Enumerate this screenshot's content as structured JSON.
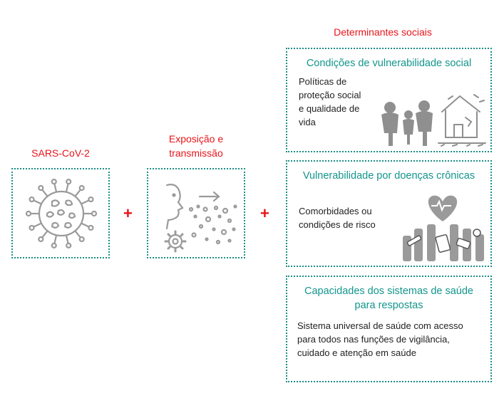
{
  "header": {
    "determinantes": "Determinantes sociais"
  },
  "agent": {
    "label": "SARS-CoV-2"
  },
  "exposure": {
    "label_line1": "Exposição e",
    "label_line2": "transmissão"
  },
  "operators": {
    "plus1": "+",
    "plus2": "+"
  },
  "vulnerability_social": {
    "title": "Condições de vulnerabilidade social",
    "text_lines": [
      "Políticas de",
      "proteção social",
      "e qualidade de",
      "vida"
    ]
  },
  "chronic_disease": {
    "title": "Vulnerabilidade por doenças crônicas",
    "text_lines": [
      "Comorbidades ou",
      "condições de risco"
    ]
  },
  "health_systems": {
    "title_line1": "Capacidades dos sistemas de saúde",
    "title_line2": "para respostas",
    "text_lines": [
      "Sistema universal de saúde com acesso",
      "para todos nas funções de vigilância,",
      "cuidado e atenção em saúde"
    ]
  },
  "colors": {
    "accent_red": "#e8141b",
    "teal": "#13958c",
    "icon_gray": "#9a9a9a"
  },
  "icons": [
    "virus-icon",
    "breath-transmission-icon",
    "family-house-icon",
    "medical-hands-icon"
  ]
}
